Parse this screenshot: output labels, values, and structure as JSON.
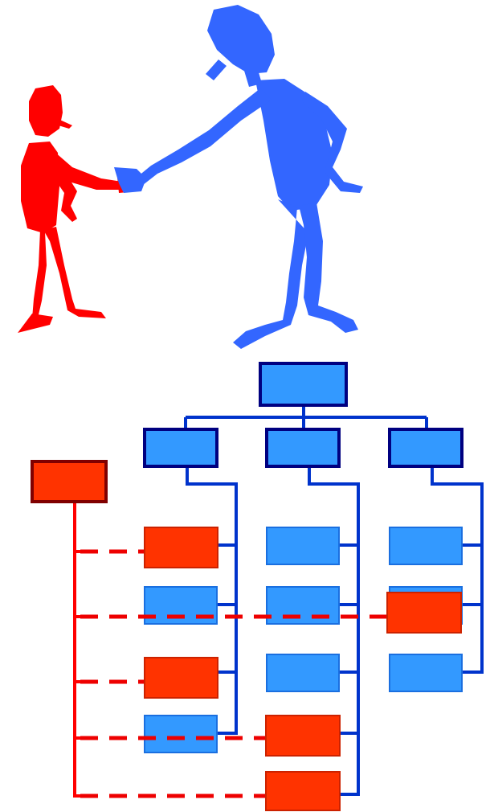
{
  "colors": {
    "red_figure": "#FF0000",
    "blue_figure": "#3366FF",
    "blue_box_fill": "#3399FF",
    "blue_box_border": "#000080",
    "blue_connector": "#0033CC",
    "red_box_fill": "#FF3300",
    "red_box_border": "#800000",
    "red_connector": "#FF0000",
    "dashed_link": "#EE0000"
  },
  "illustration": {
    "figures": [
      {
        "name": "red-person",
        "color_key": "red_figure"
      },
      {
        "name": "blue-person",
        "color_key": "blue_figure"
      }
    ],
    "action": "handshake"
  },
  "org_chart": {
    "root": {
      "type": "blue-header"
    },
    "divisions": [
      {
        "column": 1,
        "children": [
          "red",
          "blue",
          "red",
          "blue"
        ]
      },
      {
        "column": 2,
        "children": [
          "blue",
          "blue",
          "blue",
          "red",
          "red"
        ]
      },
      {
        "column": 3,
        "children": [
          "blue",
          "red",
          "blue"
        ]
      }
    ],
    "external_unit": {
      "type": "red-header"
    },
    "dashed_links": 5
  }
}
